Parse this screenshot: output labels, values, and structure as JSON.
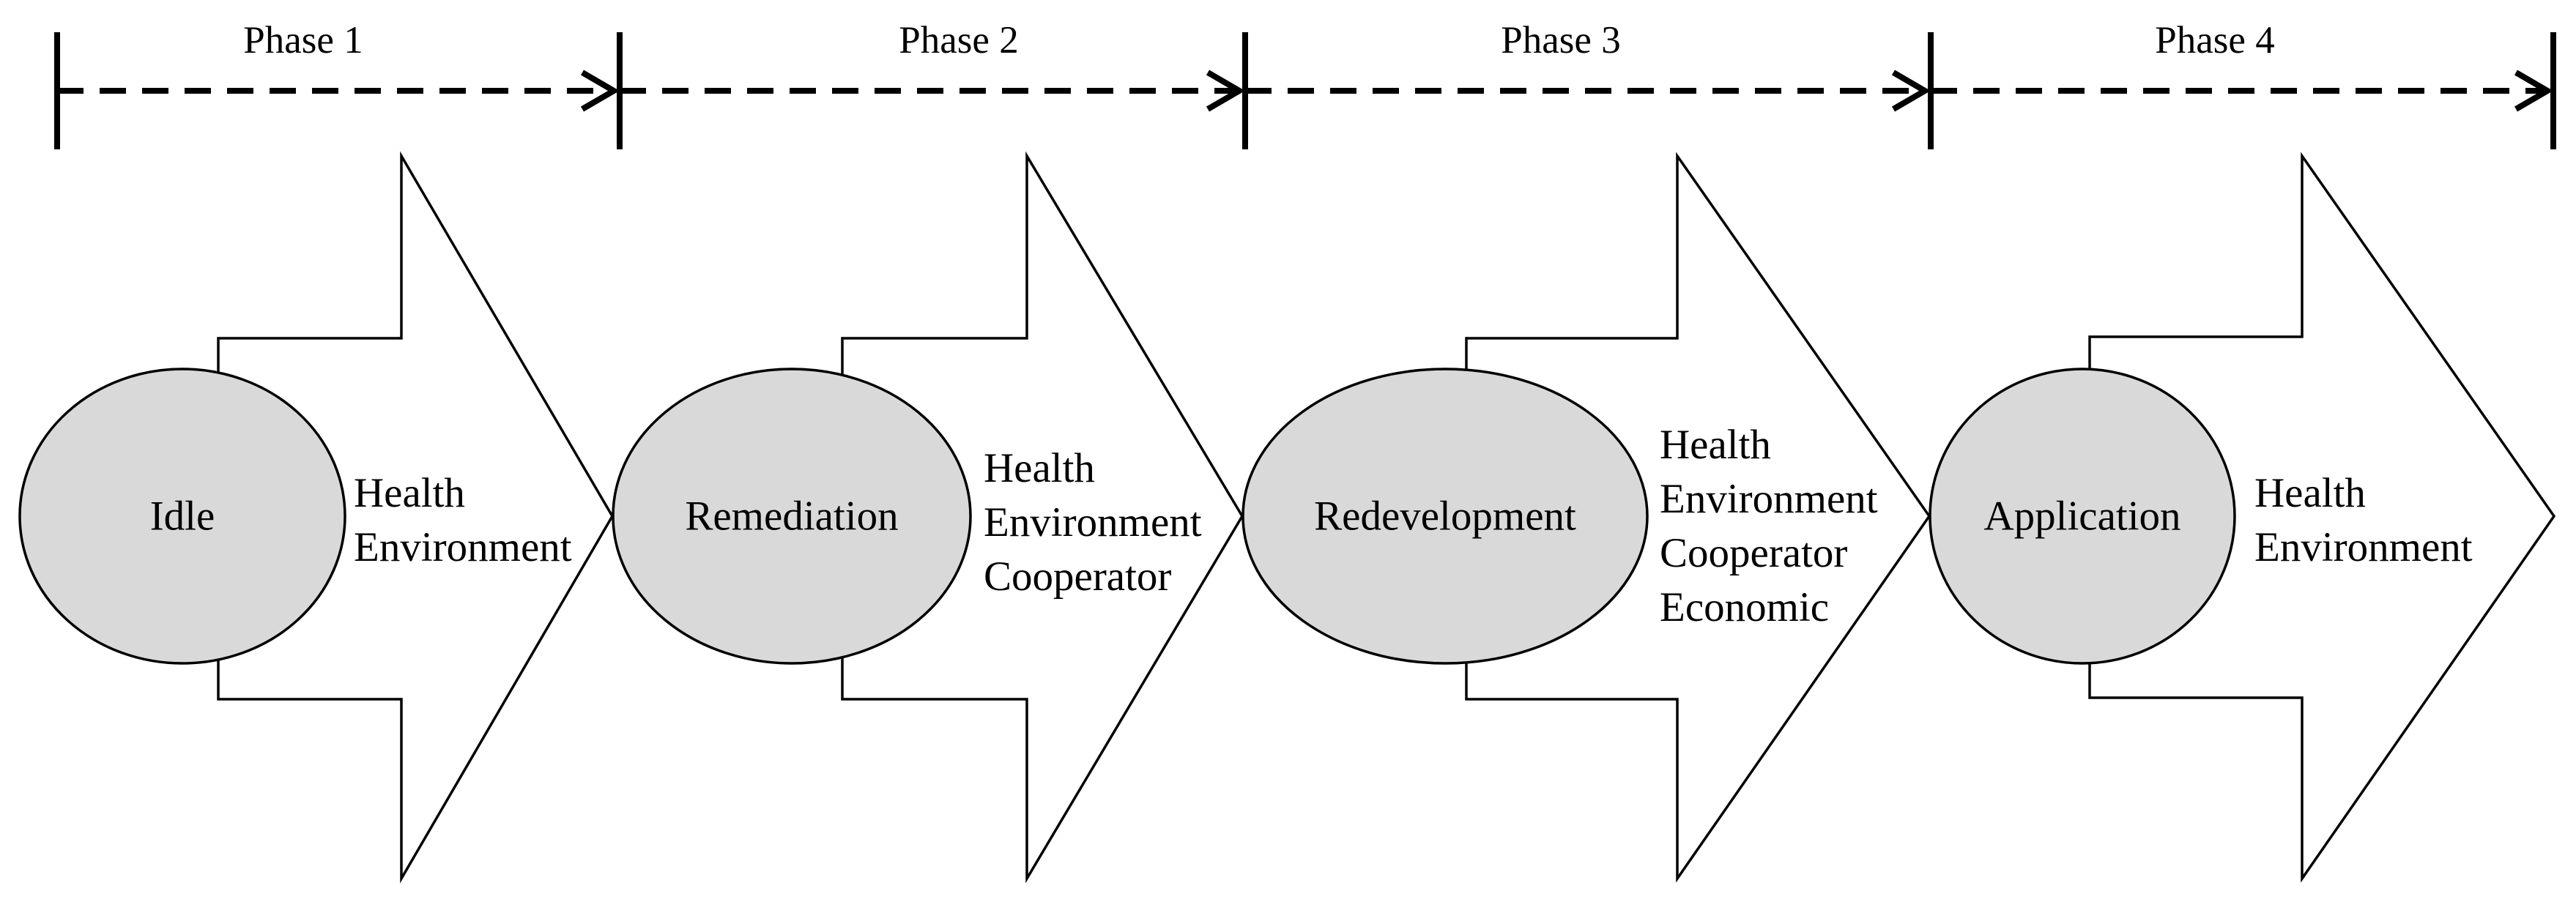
{
  "phases": [
    {
      "label": "Phase 1"
    },
    {
      "label": "Phase 2"
    },
    {
      "label": "Phase 3"
    },
    {
      "label": "Phase 4"
    }
  ],
  "stages": [
    {
      "label": "Idle",
      "factors": [
        "Health",
        "Environment"
      ]
    },
    {
      "label": "Remediation",
      "factors": [
        "Health",
        "Environment",
        "Cooperator"
      ]
    },
    {
      "label": "Redevelopment",
      "factors": [
        "Health",
        "Environment",
        "Cooperator",
        "Economic"
      ]
    },
    {
      "label": "Application",
      "factors": [
        "Health",
        "Environment"
      ]
    }
  ],
  "colors": {
    "stage_fill": "#d9d9d9",
    "line": "#000000",
    "background": "#ffffff"
  }
}
